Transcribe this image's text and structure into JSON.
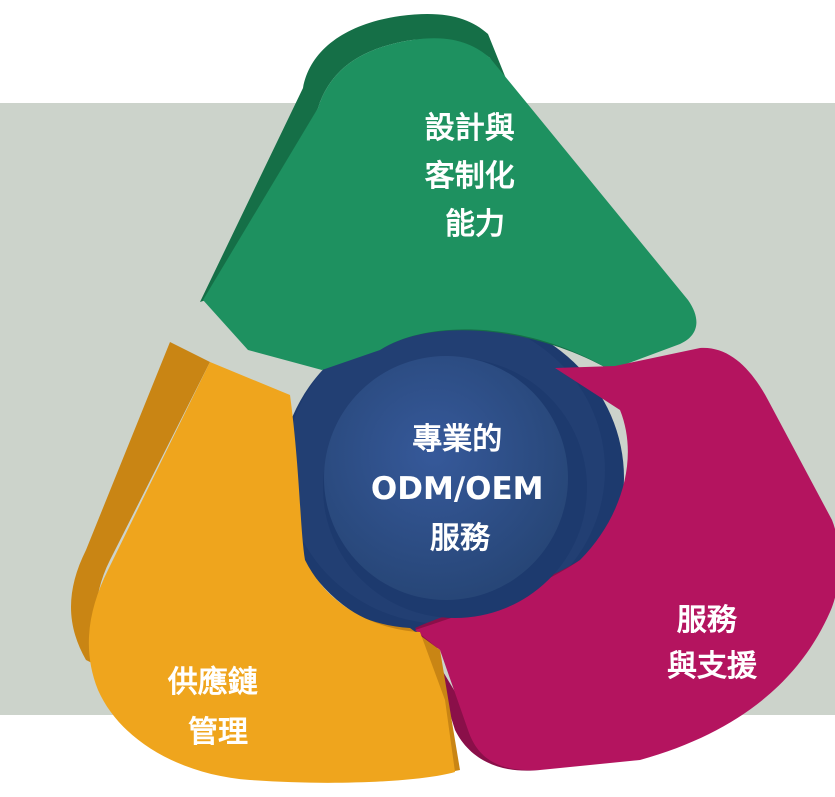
{
  "diagram": {
    "center": {
      "lines": [
        "專業的",
        "ODM/OEM",
        "服務"
      ]
    },
    "segments": [
      {
        "id": "design",
        "lines": [
          "設計與",
          "客制化",
          "能力"
        ],
        "color": "#1e9160"
      },
      {
        "id": "service",
        "lines": [
          "服務",
          "與支援"
        ],
        "color": "#b4145f"
      },
      {
        "id": "supply",
        "lines": [
          "供應鏈",
          "管理"
        ],
        "color": "#efa51d"
      }
    ]
  },
  "colors": {
    "background_band": "#ccd3cb",
    "center_fill": "#2e4d86",
    "center_ring": "#1d3a6e"
  }
}
